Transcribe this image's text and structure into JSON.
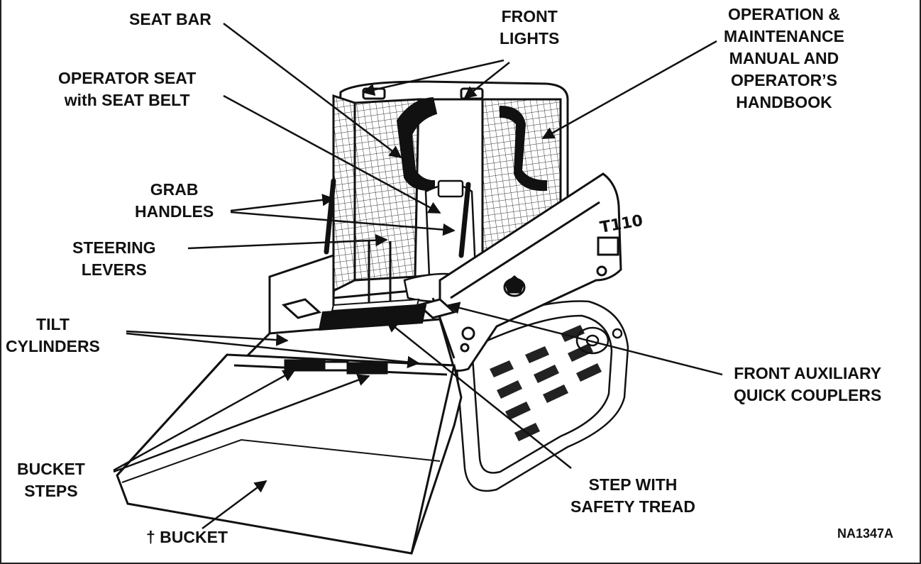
{
  "labels": {
    "seat_bar": [
      "SEAT BAR"
    ],
    "front_lights": [
      "FRONT",
      "LIGHTS"
    ],
    "manual": [
      "OPERATION &",
      "MAINTENANCE",
      "MANUAL AND",
      "OPERATOR’S",
      "HANDBOOK"
    ],
    "operator_seat": [
      "OPERATOR SEAT",
      "with SEAT BELT"
    ],
    "grab_handles": [
      "GRAB",
      "HANDLES"
    ],
    "steering_levers": [
      "STEERING",
      "LEVERS"
    ],
    "tilt_cylinders": [
      "TILT",
      "CYLINDERS"
    ],
    "front_aux": [
      "FRONT AUXILIARY",
      "QUICK COUPLERS"
    ],
    "bucket_steps": [
      "BUCKET",
      "STEPS"
    ],
    "step_tread": [
      "STEP WITH",
      "SAFETY TREAD"
    ],
    "bucket": [
      "† BUCKET"
    ]
  },
  "figure_id": "NA1347A",
  "model_badge": "T110",
  "colors": {
    "ink": "#111111",
    "background": "#ffffff"
  }
}
